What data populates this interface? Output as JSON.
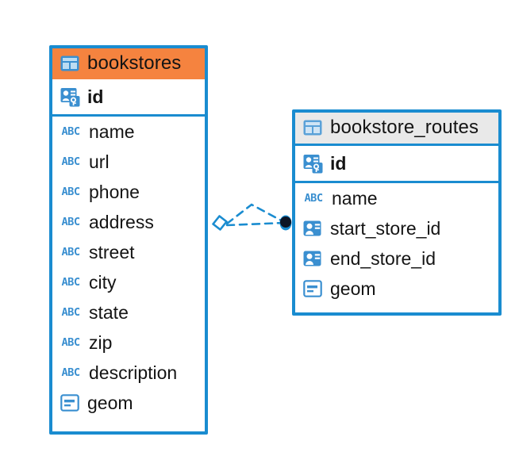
{
  "diagram": {
    "type": "entity-relationship-diagram",
    "background_color": "#ffffff",
    "accent_color": "#1a8cd0",
    "highlight_color": "#f5833f",
    "neutral_header_color": "#e9e9e9"
  },
  "entities": [
    {
      "name": "bookstores",
      "header_style": "accent",
      "table_icon": "table-icon",
      "primary_key": {
        "label": "id",
        "icon": "primary-key-icon"
      },
      "fields": [
        {
          "label": "name",
          "icon": "abc-icon",
          "icon_text": "ABC"
        },
        {
          "label": "url",
          "icon": "abc-icon",
          "icon_text": "ABC"
        },
        {
          "label": "phone",
          "icon": "abc-icon",
          "icon_text": "ABC"
        },
        {
          "label": "address",
          "icon": "abc-icon",
          "icon_text": "ABC"
        },
        {
          "label": "street",
          "icon": "abc-icon",
          "icon_text": "ABC"
        },
        {
          "label": "city",
          "icon": "abc-icon",
          "icon_text": "ABC"
        },
        {
          "label": "state",
          "icon": "abc-icon",
          "icon_text": "ABC"
        },
        {
          "label": "zip",
          "icon": "abc-icon",
          "icon_text": "ABC"
        },
        {
          "label": "description",
          "icon": "abc-icon",
          "icon_text": "ABC"
        },
        {
          "label": "geom",
          "icon": "geometry-icon",
          "icon_text": ""
        }
      ]
    },
    {
      "name": "bookstore_routes",
      "header_style": "neutral",
      "table_icon": "table-icon",
      "primary_key": {
        "label": "id",
        "icon": "primary-key-icon"
      },
      "fields": [
        {
          "label": "name",
          "icon": "abc-icon",
          "icon_text": "ABC"
        },
        {
          "label": "start_store_id",
          "icon": "foreign-key-icon",
          "icon_text": ""
        },
        {
          "label": "end_store_id",
          "icon": "foreign-key-icon",
          "icon_text": ""
        },
        {
          "label": "geom",
          "icon": "geometry-icon",
          "icon_text": ""
        }
      ]
    }
  ],
  "relationship": {
    "name": "bookstores-to-bookstore-routes",
    "line_style": "dashed",
    "line_color": "#1a8cd0",
    "source_marker": "open-rhombus",
    "target_marker": "filled-circle",
    "target_marker_color": "#0c1526",
    "branches": 2
  }
}
